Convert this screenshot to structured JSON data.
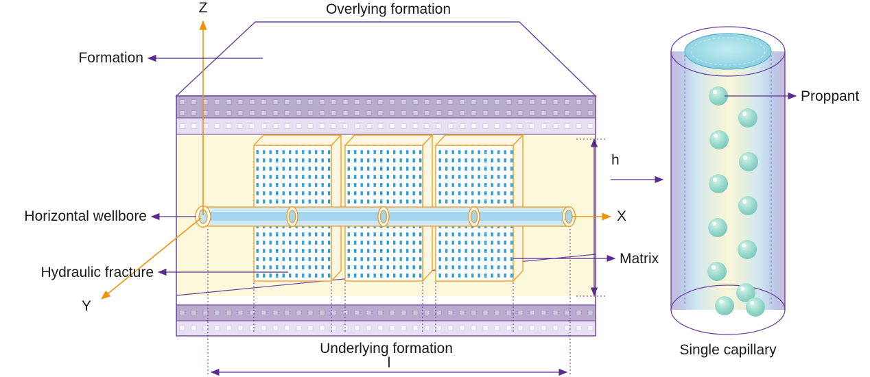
{
  "diagram": {
    "title_top": "Overlying formation",
    "title_bottom": "Underlying formation",
    "labels": {
      "formation": "Formation",
      "horizontal_wellbore": "Horizontal wellbore",
      "hydraulic_fracture": "Hydraulic fracture",
      "matrix": "Matrix",
      "proppant": "Proppant",
      "single_capillary": "Single capillary"
    },
    "axes": {
      "x": "X",
      "y": "Y",
      "z": "Z"
    },
    "dimensions": {
      "height": "h",
      "length": "l"
    },
    "colors": {
      "annotation_purple": "#5b2b8f",
      "axis_orange": "#f0920a",
      "outline_purple": "#6b3fa0",
      "fracture_outline": "#f0a028",
      "fracture_dot": "#2f9fd6",
      "matrix_fill": "#fcf8dc",
      "wellbore_fill": "#cfe9f7",
      "proppant_teal": "#7fccc0",
      "rock_lavender": "#c9bedd",
      "text_color": "#1a1a1a"
    }
  }
}
